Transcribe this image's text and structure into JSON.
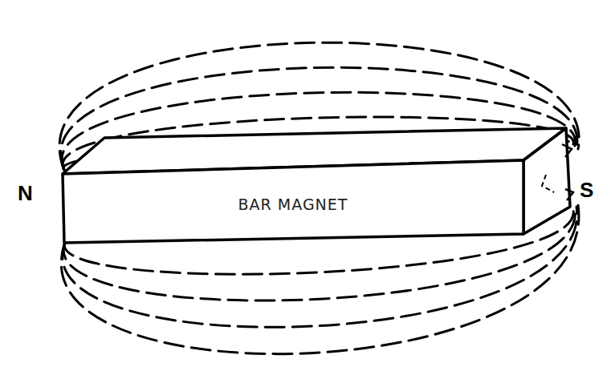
{
  "diagram": {
    "nodes": [
      {
        "text": [
          "BAR MAGNET"
        ]
      }
    ],
    "labels": [
      "N",
      "S"
    ]
  }
}
